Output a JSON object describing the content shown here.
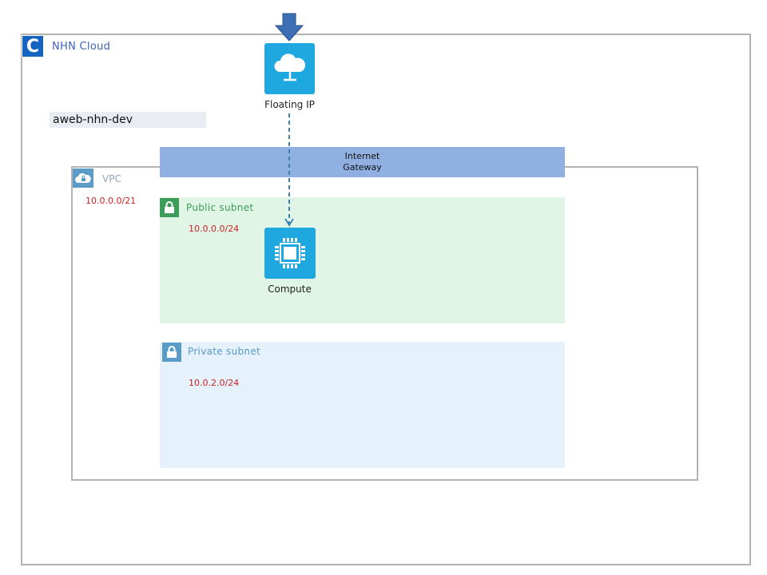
{
  "provider": {
    "name": "NHN  Cloud",
    "logo_letter": "C"
  },
  "project": {
    "name": "aweb-nhn-dev"
  },
  "vpc": {
    "label": "VPC",
    "cidr": "10.0.0.0/21"
  },
  "internet_gateway": {
    "line1": "Internet",
    "line2": "Gateway"
  },
  "public_subnet": {
    "label": "Public  subnet",
    "cidr": "10.0.0.0/24"
  },
  "private_subnet": {
    "label": "Private  subnet",
    "cidr": "10.0.2.0/24"
  },
  "floating_ip": {
    "label": "Floating  IP",
    "icon": "cloud-network-icon"
  },
  "compute": {
    "label": "Compute",
    "icon": "cpu-chip-icon"
  },
  "colors": {
    "brand": "#1565c0",
    "public": "#3d9c5a",
    "private": "#5b9bc8",
    "cidr": "#cc2222",
    "gateway": "#8fb0e0",
    "service_tile": "#1fa8e0"
  }
}
